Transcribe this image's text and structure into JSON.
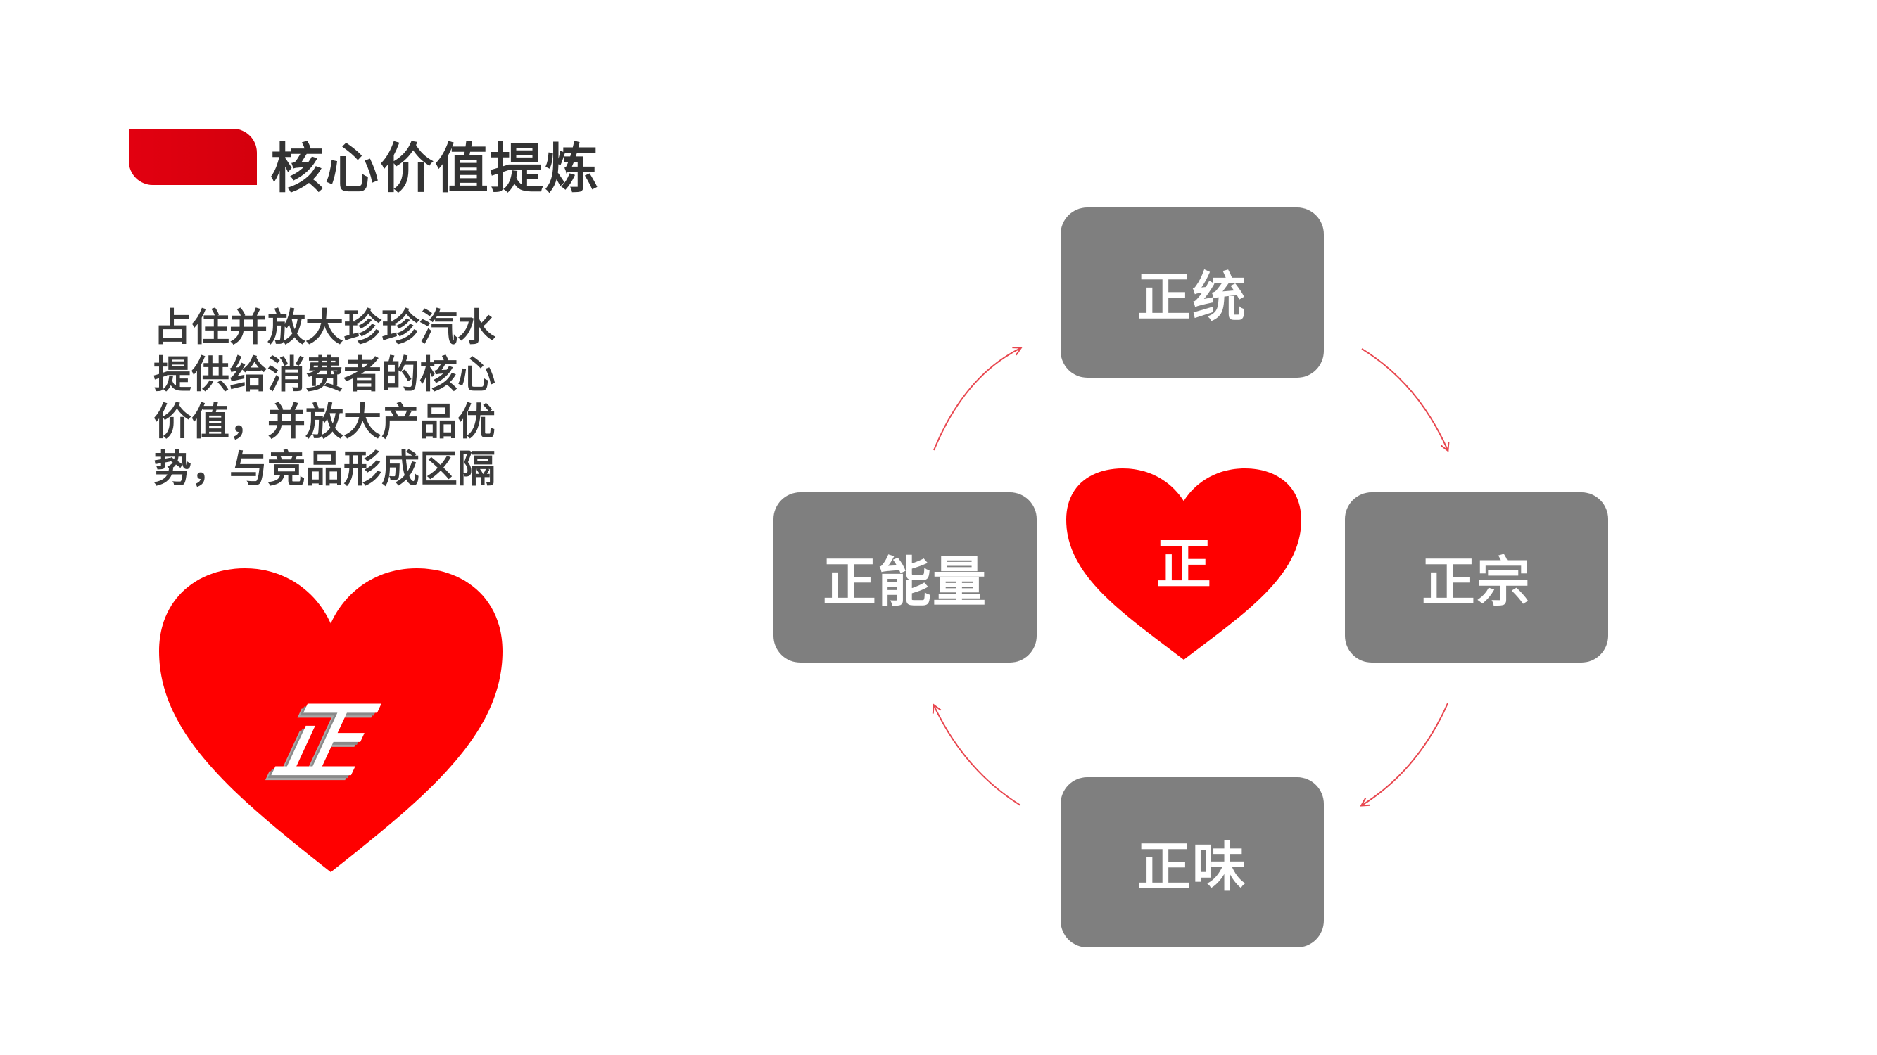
{
  "title": "核心价值提炼",
  "description_lines": [
    "占住并放大珍珍汽水",
    "提供给消费者的核心",
    "价值，并放大产品优",
    "势，与竞品形成区隔"
  ],
  "big_heart_label": "正",
  "center_heart_label": "正",
  "nodes": {
    "top": "正统",
    "right": "正宗",
    "bottom": "正味",
    "left": "正能量"
  },
  "colors": {
    "accent": "#e20010",
    "heart": "#ff0000",
    "node": "#7f7f7f",
    "arrow": "#e8474f",
    "text": "#333333"
  }
}
